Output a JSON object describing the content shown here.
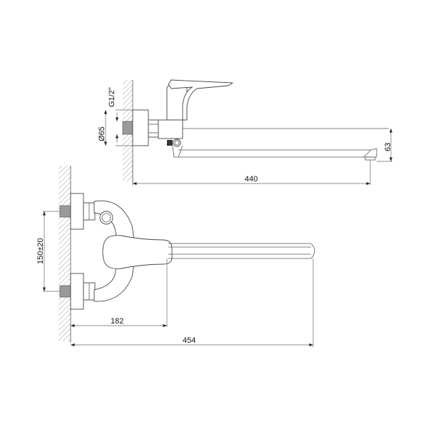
{
  "diagram": {
    "subject": "wall-mounted single-lever bath mixer with long swivel spout",
    "line_color": "#555555",
    "top_view": {
      "label_thread": "G1/2\"",
      "label_diameter": "Ø65",
      "label_spout_length": "440",
      "label_height": "63"
    },
    "front_view": {
      "label_centers": "150±20",
      "label_handle_reach": "182",
      "label_total_length": "454"
    }
  }
}
